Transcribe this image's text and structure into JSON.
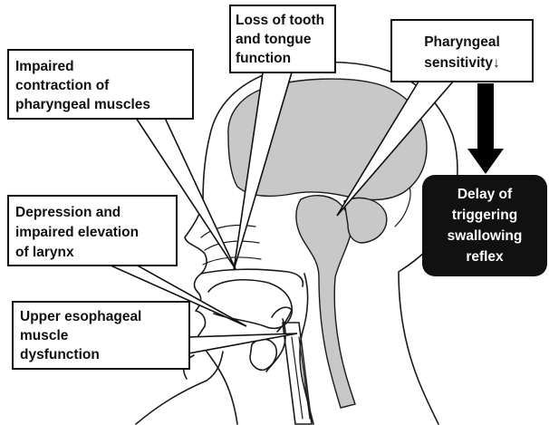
{
  "callouts": {
    "pharyngeal_muscles": {
      "lines": [
        "Impaired",
        "contraction of",
        "pharyngeal muscles"
      ]
    },
    "tooth_tongue": {
      "lines": [
        "Loss of tooth",
        "and tongue",
        "function"
      ]
    },
    "pharyngeal_sensitivity": {
      "lines": [
        "Pharyngeal",
        "sensitivity↓"
      ]
    },
    "larynx": {
      "lines": [
        "Depression  and",
        "impaired elevation",
        "of larynx"
      ]
    },
    "esophageal": {
      "lines": [
        "Upper esophageal",
        "muscle",
        "dysfunction"
      ]
    },
    "reflex_delay": {
      "lines": [
        "Delay of",
        "triggering",
        "swallowing",
        "reflex"
      ]
    }
  },
  "colors": {
    "outline": "#1a1a1a",
    "brain_and_spine_fill": "#c8c8c8",
    "result_box_fill": "#111111",
    "result_text": "#ffffff",
    "arrow": "#000000"
  }
}
